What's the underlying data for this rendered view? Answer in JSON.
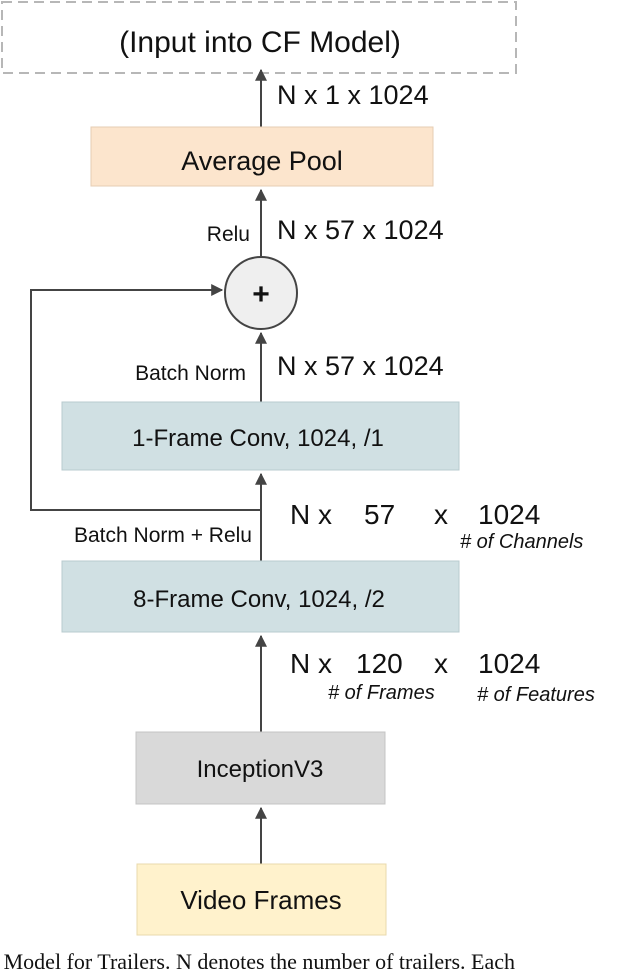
{
  "output_box": {
    "label": "(Input into CF Model)"
  },
  "average_pool": {
    "label": "Average Pool"
  },
  "add_node": {
    "symbol": "+"
  },
  "frame1_conv": {
    "label": "1-Frame Conv, 1024, /1"
  },
  "frame8_conv": {
    "label": "8-Frame Conv, 1024, /2"
  },
  "inception": {
    "label": "InceptionV3"
  },
  "video_frames": {
    "label": "Video Frames"
  },
  "dims": {
    "pool_out": "N x 1 x 1024",
    "add_out": "N x 57 x 1024",
    "conv1_out": "N x 57 x 1024",
    "conv8_out": {
      "n": "N x",
      "frames": "57",
      "x": "x",
      "features": "1024"
    },
    "inception_out": {
      "n": "N x",
      "frames": "120",
      "x": "x",
      "features": "1024"
    }
  },
  "notes": {
    "channels": "# of Channels",
    "frames": "# of Frames",
    "features": "# of Features"
  },
  "side_labels": {
    "relu": "Relu",
    "batch_norm": "Batch Norm",
    "batch_norm_relu": "Batch Norm + Relu"
  },
  "caption": "l Model for Trailers. N denotes the number of trailers. Each",
  "colors": {
    "average_pool_fill": "#fce5cd",
    "conv_fill": "#d0e0e3",
    "inception_fill": "#d9d9d9",
    "video_frames_fill": "#fff2cc",
    "add_node_fill": "#efefef",
    "line": "#444444",
    "dashed_border": "#b7b7b7"
  }
}
